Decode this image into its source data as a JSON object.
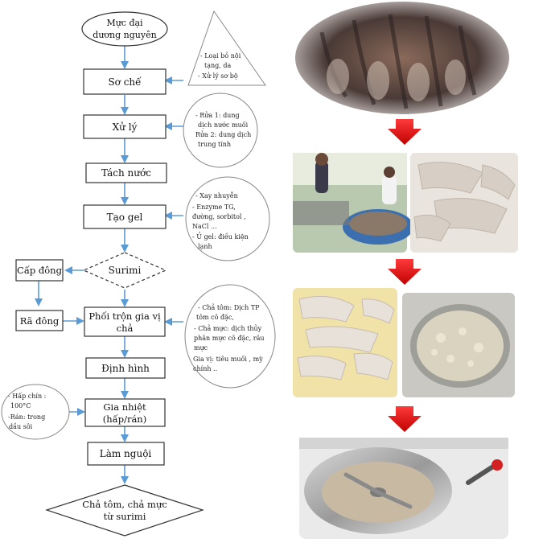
{
  "flow": {
    "start": [
      "Mực đại",
      "dương nguyên"
    ],
    "so_che": "Sơ chế",
    "xu_ly": "Xử lý",
    "tach_nuoc": "Tách nước",
    "tao_gel": "Tạo gel",
    "surimi": "Surimi",
    "cap_dong": "Cấp đông",
    "ra_dong": "Rã đông",
    "phoi_tron": [
      "Phối trộn gia vị",
      "chả"
    ],
    "dinh_hinh": "Định hình",
    "gia_nhiet": [
      "Gia nhiệt",
      "(hấp/rán)"
    ],
    "lam_nguoi": "Làm nguội",
    "end": [
      "Chả tôm, chả mực",
      "từ surimi"
    ]
  },
  "notes": {
    "so_che": [
      "- Loại bỏ nội",
      "tạng, da",
      "- Xử lý sơ bộ"
    ],
    "xu_ly": [
      "- Rửa 1:   dung",
      "dịch nước muối",
      "Rửa 2:  dung dịch",
      "trung tính"
    ],
    "tao_gel": [
      "- Xay nhuyễn",
      "- Enzyme TG,",
      "đường, sorbitol ,",
      "NaCl ...",
      "- Ủ gel: điều kiện",
      "lạnh"
    ],
    "phoi_tron": [
      "- Chả tôm: Dịch TP",
      "tôm cô đặc,",
      "- Chả mực: dịch thủy",
      "phân mực cô đặc, râu",
      "mực",
      "Gia vị: tiêu muối , mỳ",
      "chính .."
    ],
    "gia_nhiet": [
      "- Hấp chín  :",
      "100°C",
      "-Rán:     trong",
      "dầu sôi"
    ]
  }
}
